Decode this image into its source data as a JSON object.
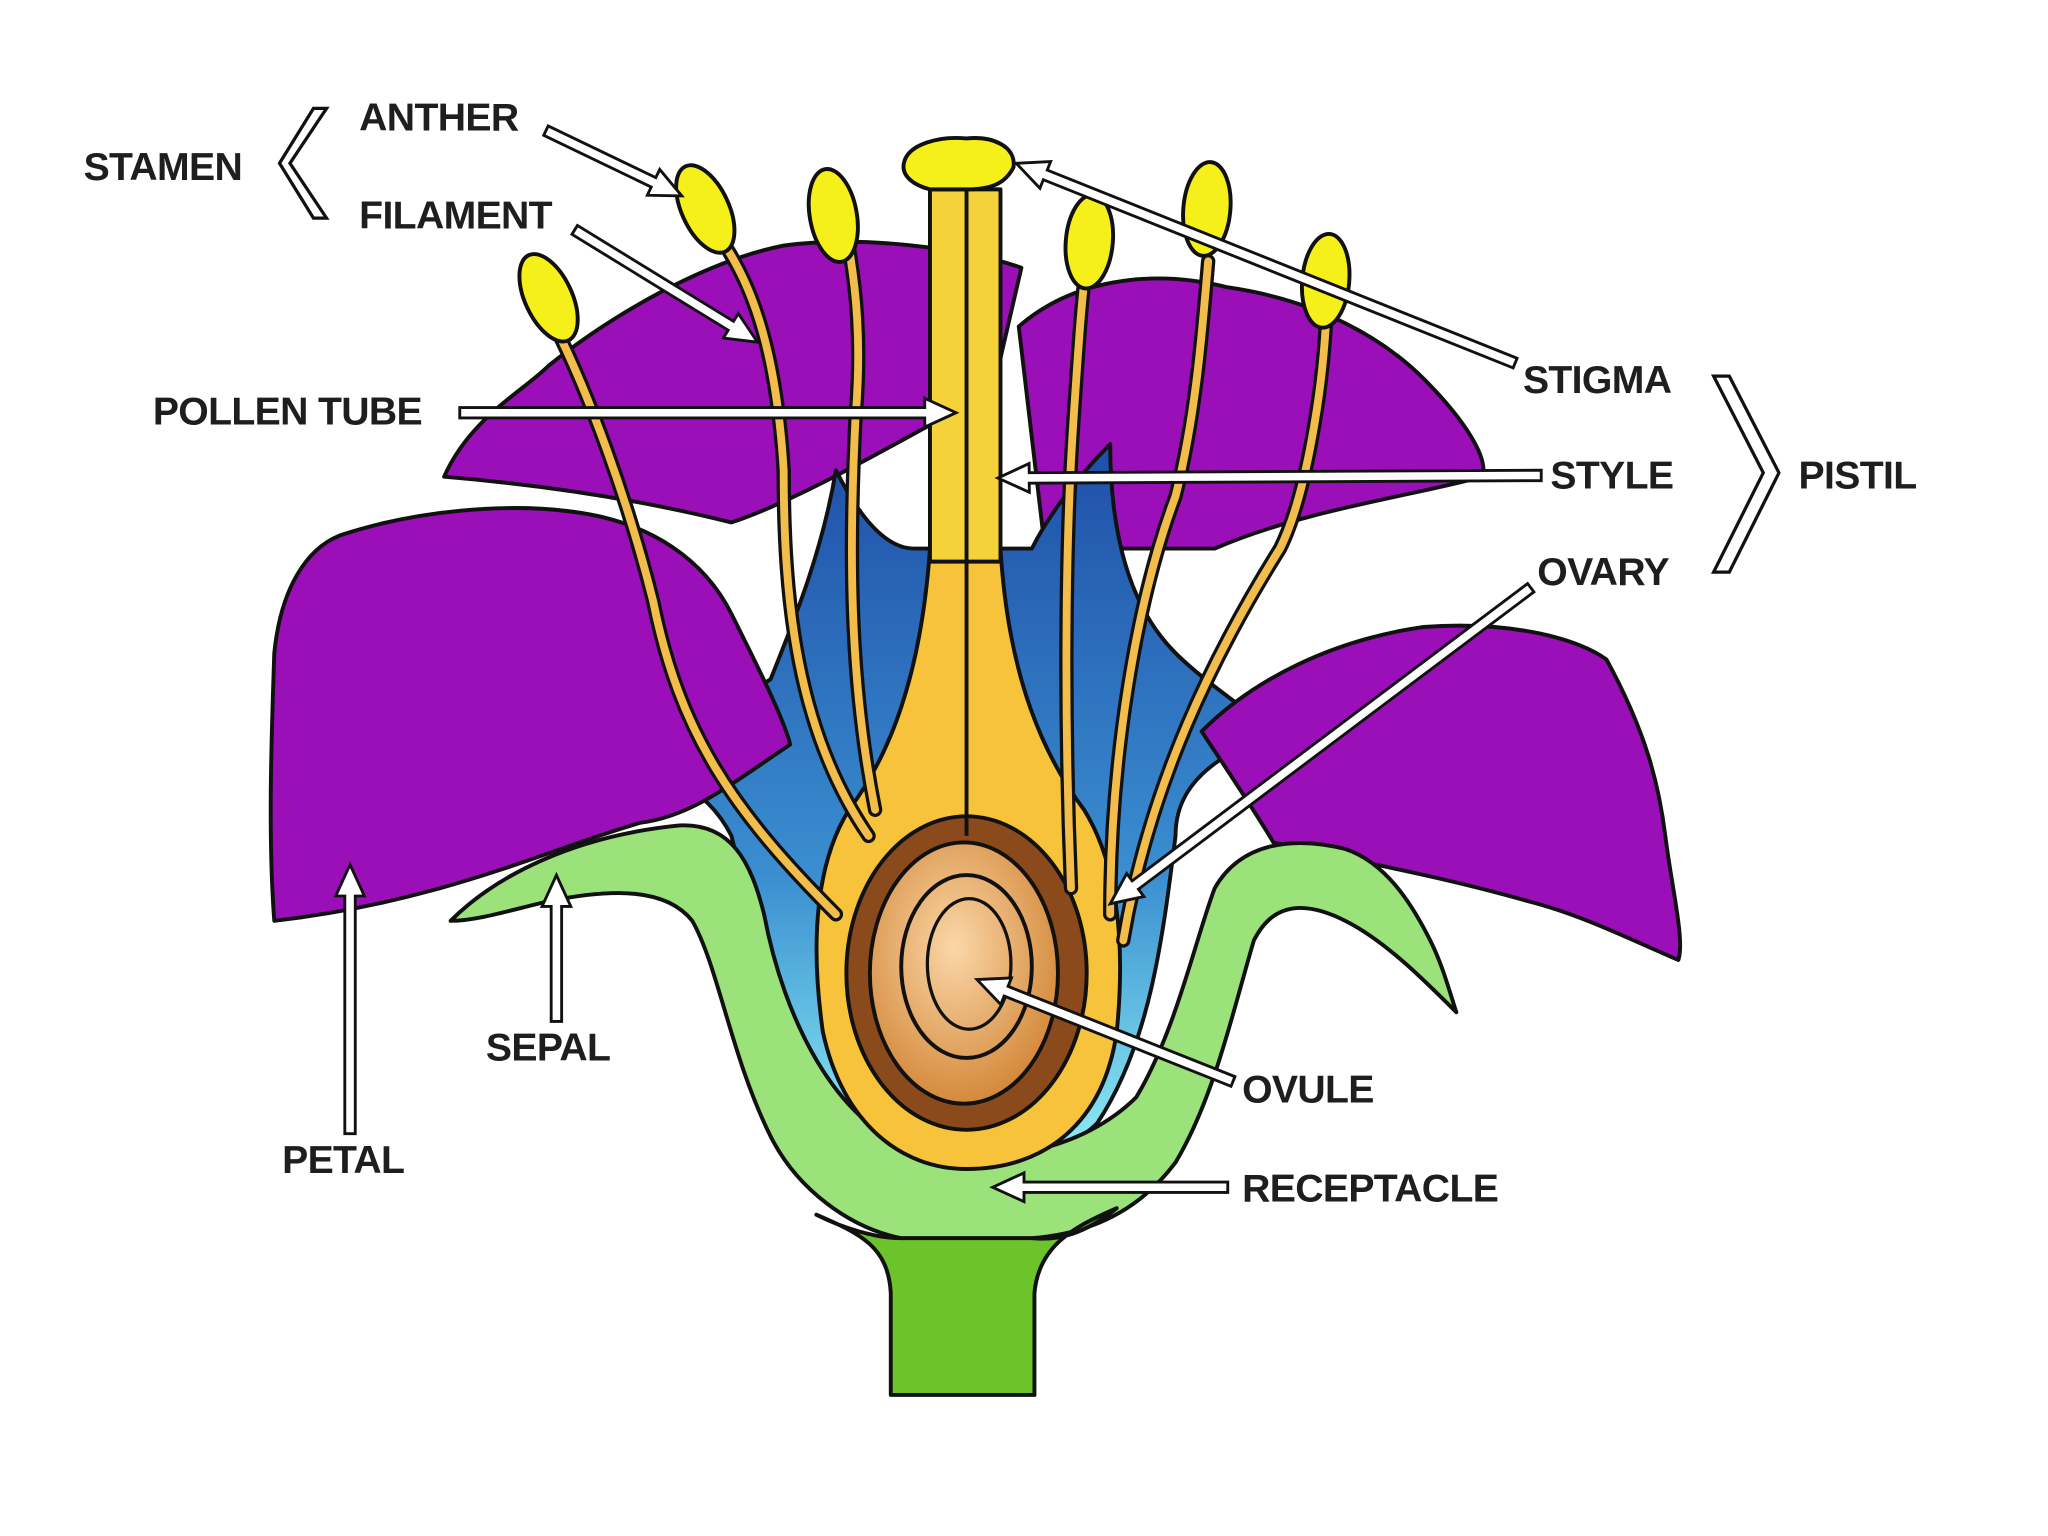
{
  "labels": {
    "stamen": "STAMEN",
    "anther": "ANTHER",
    "filament": "FILAMENT",
    "pollen_tube": "POLLEN TUBE",
    "stigma": "STIGMA",
    "style": "STYLE",
    "pistil": "PISTIL",
    "ovary": "OVARY",
    "ovule": "OVULE",
    "receptacle": "RECEPTACLE",
    "sepal": "SEPAL",
    "petal": "PETAL"
  },
  "colors": {
    "petal": "#9a0fb8",
    "inner_blue": "#2f63b4",
    "sepal": "#9be27a",
    "stem": "#6cc42a",
    "style": "#f6c33a",
    "anther": "#f5ef1a",
    "ovary_inner": "#8a4a1c",
    "ovule": "#f3b880"
  }
}
